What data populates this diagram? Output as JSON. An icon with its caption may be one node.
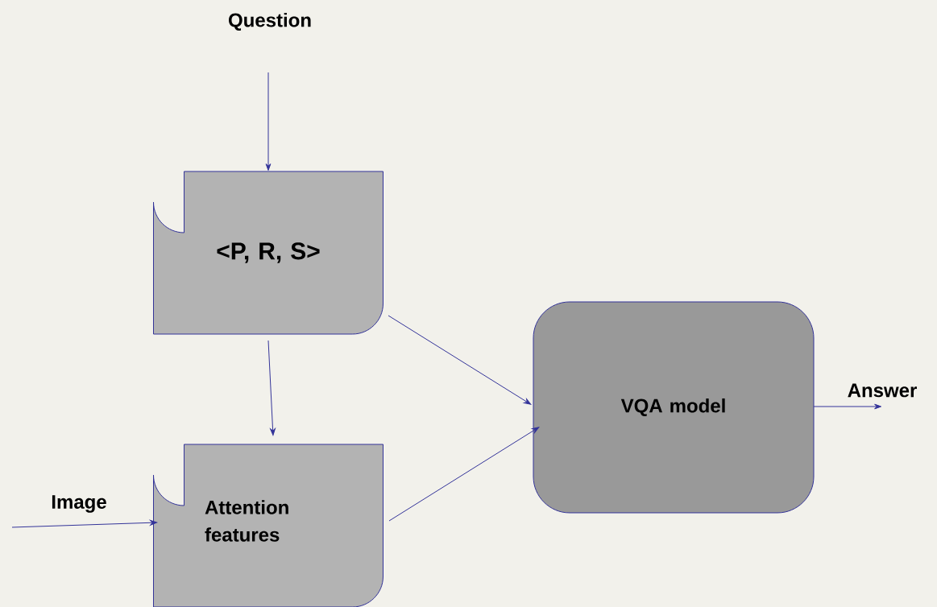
{
  "diagram": {
    "nodes": [
      {
        "text": [
          "Question"
        ]
      },
      {
        "text": [
          "<P, R, S>"
        ]
      },
      {
        "text": [
          "Attention features"
        ]
      },
      {
        "text": [
          "VQA model"
        ]
      }
    ],
    "edges": [
      {
        "from": 0,
        "to": 1,
        "arrow": "to"
      },
      {
        "from": 1,
        "to": 2,
        "arrow": "to"
      },
      {
        "from": 1,
        "to": 3,
        "arrow": "to"
      },
      {
        "from": 2,
        "to": 3,
        "arrow": "to"
      },
      {
        "from": null,
        "to": 2,
        "arrow": "to",
        "label": "Image"
      },
      {
        "from": 3,
        "to": null,
        "arrow": "to",
        "label": "Answer"
      }
    ]
  }
}
